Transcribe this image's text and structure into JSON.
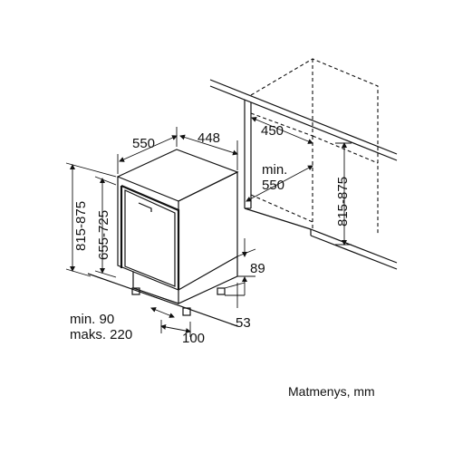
{
  "dimensions": {
    "depth": "550",
    "width": "448",
    "niche_width": "450",
    "niche_depth_line1": "min.",
    "niche_depth_line2": "550",
    "niche_height": "815-875",
    "appliance_height": "815-875",
    "door_height": "655-725",
    "plinth_height": "89",
    "foot_offset": "53",
    "plinth_depth_line1": "min. 90",
    "plinth_depth_line2": "maks. 220",
    "foot_spacing": "100"
  },
  "caption": "Matmenys, mm"
}
